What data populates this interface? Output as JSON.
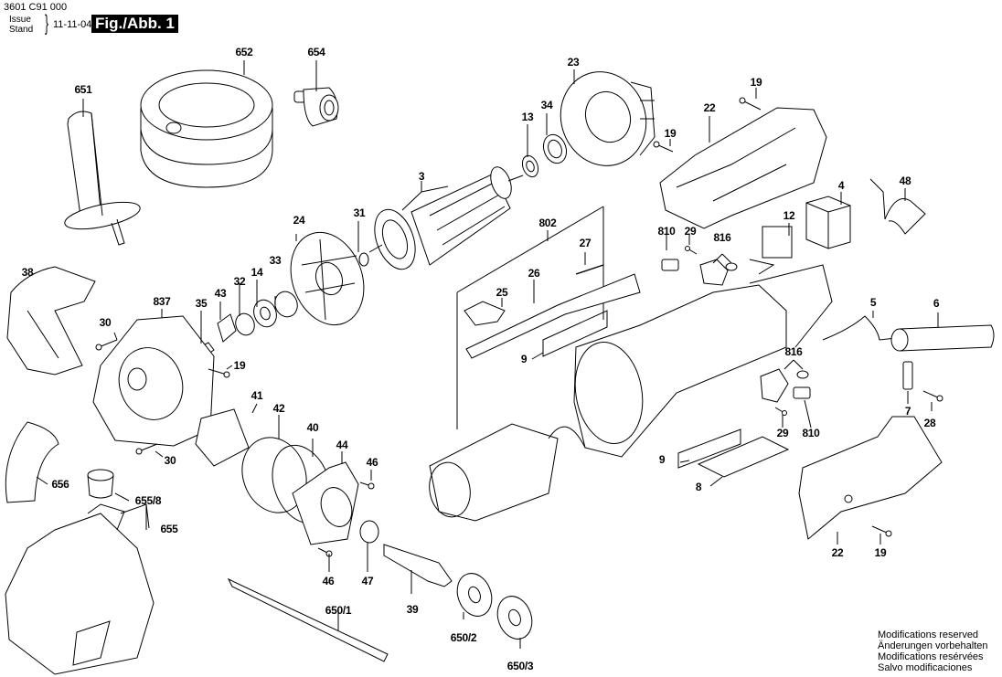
{
  "header": {
    "part_code": "3601 C91 000",
    "issue_label": "Issue",
    "stand_label": "Stand",
    "date": "11-11-04",
    "figure_label": "Fig./Abb. 1"
  },
  "notice": [
    "Modifications reserved",
    "Änderungen vorbehalten",
    "Modifications resérvées",
    "Salvo modificaciones"
  ],
  "callouts": [
    {
      "id": "651",
      "text": "651"
    },
    {
      "id": "652",
      "text": "652"
    },
    {
      "id": "654",
      "text": "654"
    },
    {
      "id": "23",
      "text": "23"
    },
    {
      "id": "19a",
      "text": "19"
    },
    {
      "id": "22a",
      "text": "22"
    },
    {
      "id": "19b",
      "text": "19"
    },
    {
      "id": "13",
      "text": "13"
    },
    {
      "id": "34",
      "text": "34"
    },
    {
      "id": "3",
      "text": "3"
    },
    {
      "id": "48",
      "text": "48"
    },
    {
      "id": "4",
      "text": "4"
    },
    {
      "id": "24",
      "text": "24"
    },
    {
      "id": "31",
      "text": "31"
    },
    {
      "id": "802",
      "text": "802"
    },
    {
      "id": "12",
      "text": "12"
    },
    {
      "id": "810a",
      "text": "810"
    },
    {
      "id": "29a",
      "text": "29"
    },
    {
      "id": "816a",
      "text": "816"
    },
    {
      "id": "27",
      "text": "27"
    },
    {
      "id": "38",
      "text": "38"
    },
    {
      "id": "33",
      "text": "33"
    },
    {
      "id": "32",
      "text": "32"
    },
    {
      "id": "14",
      "text": "14"
    },
    {
      "id": "837",
      "text": "837"
    },
    {
      "id": "43",
      "text": "43"
    },
    {
      "id": "35",
      "text": "35"
    },
    {
      "id": "25",
      "text": "25"
    },
    {
      "id": "26",
      "text": "26"
    },
    {
      "id": "5",
      "text": "5"
    },
    {
      "id": "6",
      "text": "6"
    },
    {
      "id": "30a",
      "text": "30"
    },
    {
      "id": "19c",
      "text": "19"
    },
    {
      "id": "9a",
      "text": "9"
    },
    {
      "id": "816b",
      "text": "816"
    },
    {
      "id": "41",
      "text": "41"
    },
    {
      "id": "42",
      "text": "42"
    },
    {
      "id": "7",
      "text": "7"
    },
    {
      "id": "28",
      "text": "28"
    },
    {
      "id": "29b",
      "text": "29"
    },
    {
      "id": "810b",
      "text": "810"
    },
    {
      "id": "40",
      "text": "40"
    },
    {
      "id": "44",
      "text": "44"
    },
    {
      "id": "30b",
      "text": "30"
    },
    {
      "id": "46a",
      "text": "46"
    },
    {
      "id": "9b",
      "text": "9"
    },
    {
      "id": "656",
      "text": "656"
    },
    {
      "id": "655_8",
      "text": "655/8"
    },
    {
      "id": "8",
      "text": "8"
    },
    {
      "id": "655",
      "text": "655"
    },
    {
      "id": "46b",
      "text": "46"
    },
    {
      "id": "47",
      "text": "47"
    },
    {
      "id": "39",
      "text": "39"
    },
    {
      "id": "22b",
      "text": "22"
    },
    {
      "id": "19d",
      "text": "19"
    },
    {
      "id": "650_1",
      "text": "650/1"
    },
    {
      "id": "650_2",
      "text": "650/2"
    },
    {
      "id": "650_3",
      "text": "650/3"
    }
  ]
}
